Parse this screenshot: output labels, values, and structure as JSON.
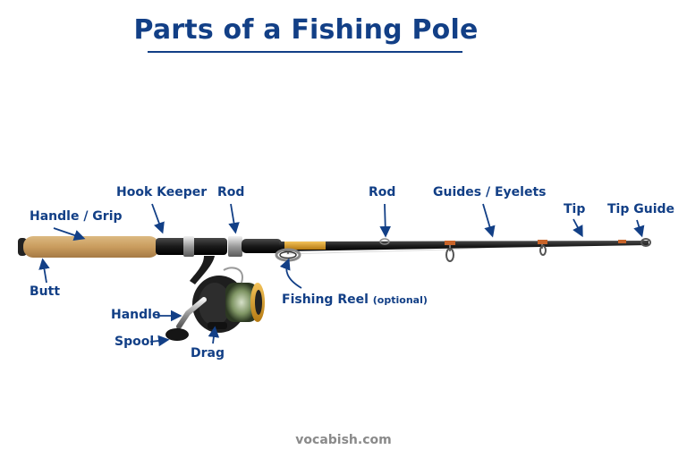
{
  "title": "Parts of a Fishing Pole",
  "labels": {
    "hook_keeper": "Hook Keeper",
    "rod_left": "Rod",
    "rod_right": "Rod",
    "guides": "Guides / Eyelets",
    "tip": "Tip",
    "tip_guide": "Tip Guide",
    "handle_grip": "Handle / Grip",
    "butt": "Butt",
    "fishing_reel": "Fishing Reel",
    "fishing_reel_note": "(optional)",
    "handle": "Handle",
    "spool": "Spool",
    "drag": "Drag"
  },
  "footer": "vocabish.com",
  "colors": {
    "label": "#123f86",
    "cork": "#c9a066",
    "blank": "#1b1b1b",
    "accent": "#e0a020",
    "guide_wrap": "#c8642a"
  }
}
